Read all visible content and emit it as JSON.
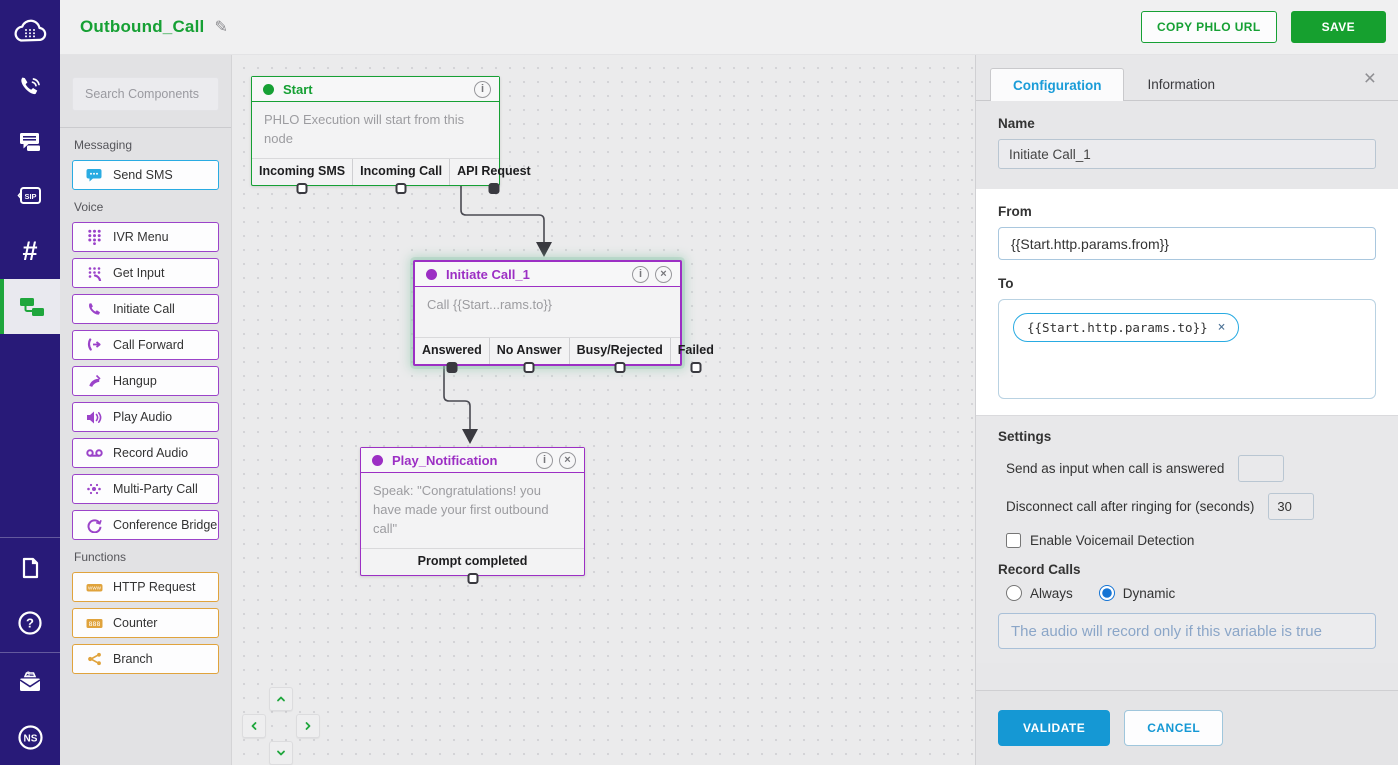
{
  "header": {
    "title": "Outbound_Call",
    "copy_phlo_url_label": "COPY PHLO URL",
    "save_label": "SAVE"
  },
  "sidebar": {
    "top": [
      {
        "name": "plivo-logo",
        "icon": "plivo",
        "active": false
      },
      {
        "name": "voice",
        "icon": "voice",
        "active": false
      },
      {
        "name": "messaging",
        "icon": "messaging",
        "active": false
      },
      {
        "name": "sip-trunking",
        "icon": "sip",
        "active": false
      },
      {
        "name": "phone-numbers",
        "icon": "numbers",
        "active": false
      },
      {
        "name": "phlo",
        "icon": "phlo",
        "active": true
      }
    ],
    "middle": [
      {
        "name": "docs",
        "icon": "docs",
        "active": false
      },
      {
        "name": "help",
        "icon": "help",
        "active": false
      }
    ],
    "bottom": [
      {
        "name": "billing",
        "icon": "billing",
        "active": false
      },
      {
        "name": "ns-account",
        "icon": "ns",
        "active": false
      }
    ]
  },
  "components": {
    "search_placeholder": "Search Components",
    "sections": [
      {
        "label": "Messaging",
        "color": "#29abe2",
        "items": [
          {
            "label": "Send SMS",
            "icon": "sms"
          }
        ]
      },
      {
        "label": "Voice",
        "color": "#9b43c9",
        "items": [
          {
            "label": "IVR Menu",
            "icon": "ivr"
          },
          {
            "label": "Get Input",
            "icon": "get-input"
          },
          {
            "label": "Initiate Call",
            "icon": "initiate-call"
          },
          {
            "label": "Call Forward",
            "icon": "call-forward"
          },
          {
            "label": "Hangup",
            "icon": "hangup"
          },
          {
            "label": "Play Audio",
            "icon": "play-audio"
          },
          {
            "label": "Record Audio",
            "icon": "record-audio"
          },
          {
            "label": "Multi-Party Call",
            "icon": "multi-party"
          },
          {
            "label": "Conference Bridge",
            "icon": "conference"
          }
        ]
      },
      {
        "label": "Functions",
        "color": "#e0a33c",
        "items": [
          {
            "label": "HTTP Request",
            "icon": "http"
          },
          {
            "label": "Counter",
            "icon": "counter"
          },
          {
            "label": "Branch",
            "icon": "branch"
          }
        ]
      }
    ]
  },
  "canvas": {
    "nodes": [
      {
        "title": "Start",
        "body": "PHLO Execution will start from this node",
        "color": "#16a034",
        "selected": false,
        "ports": [
          {
            "label": "Incoming SMS",
            "filled": false
          },
          {
            "label": "Incoming Call",
            "filled": false
          },
          {
            "label": "API Request",
            "filled": true
          }
        ]
      },
      {
        "title": "Initiate Call_1",
        "body": "Call {{Start...rams.to}}",
        "color": "#9c2fc4",
        "selected": true,
        "ports": [
          {
            "label": "Answered",
            "filled": true
          },
          {
            "label": "No Answer",
            "filled": false
          },
          {
            "label": "Busy/Rejected",
            "filled": false
          },
          {
            "label": "Failed",
            "filled": false
          }
        ]
      },
      {
        "title": "Play_Notification",
        "body": "Speak: \"Congratulations! you have made your first outbound call\"",
        "color": "#9c2fc4",
        "selected": false,
        "ports": [
          {
            "label": "Prompt completed",
            "filled": false
          }
        ]
      }
    ]
  },
  "config": {
    "tabs": {
      "configuration": "Configuration",
      "information": "Information"
    },
    "name_label": "Name",
    "name_value": "Initiate Call_1",
    "from_label": "From",
    "from_value": "{{Start.http.params.from}}",
    "to_label": "To",
    "to_chip": "{{Start.http.params.to}}",
    "settings_label": "Settings",
    "send_as_input_label": "Send as input when call is answered",
    "send_as_input_value": "",
    "disconnect_label": "Disconnect call after ringing for (seconds)",
    "disconnect_value": "30",
    "voicemail_label": "Enable Voicemail Detection",
    "voicemail_checked": false,
    "record_calls_label": "Record Calls",
    "record_always_label": "Always",
    "record_dynamic_label": "Dynamic",
    "record_selected": "Dynamic",
    "record_placeholder": "The audio will record only if this variable is true",
    "validate_label": "VALIDATE",
    "cancel_label": "CANCEL"
  },
  "colors": {
    "accent_green": "#16a034",
    "accent_blue": "#1598d4",
    "accent_purple": "#9c2fc4",
    "accent_orange": "#e0a33c",
    "sidebar_bg": "#281a78"
  }
}
